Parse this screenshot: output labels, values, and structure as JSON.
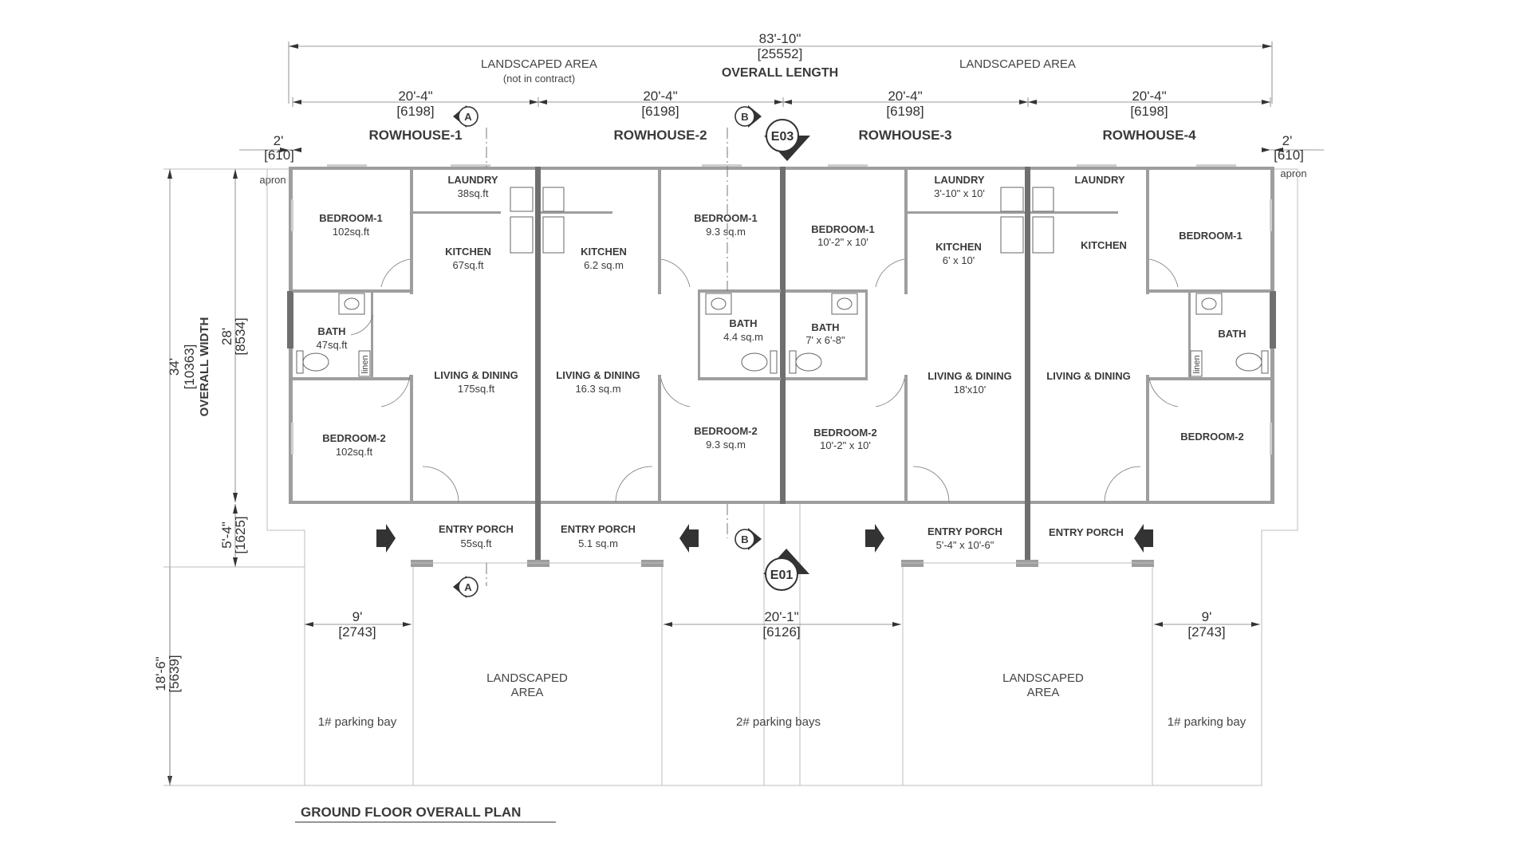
{
  "overall": {
    "length_ft": "83'-10\"",
    "length_mm": "[25552]",
    "length_label": "OVERALL LENGTH",
    "width_ft": "34'",
    "width_mm": "[10363]",
    "width_label": "OVERALL WIDTH"
  },
  "top_notes": {
    "left_title": "LANDSCAPED AREA",
    "left_sub": "(not in contract)",
    "right_title": "LANDSCAPED AREA"
  },
  "unit_dims": [
    {
      "ft": "20'-4\"",
      "mm": "[6198]"
    },
    {
      "ft": "20'-4\"",
      "mm": "[6198]"
    },
    {
      "ft": "20'-4\"",
      "mm": "[6198]"
    },
    {
      "ft": "20'-4\"",
      "mm": "[6198]"
    }
  ],
  "apron": {
    "ft": "2'",
    "mm": "[610]",
    "label": "apron"
  },
  "rowhouses": [
    "ROWHOUSE-1",
    "ROWHOUSE-2",
    "ROWHOUSE-3",
    "ROWHOUSE-4"
  ],
  "rooms": {
    "r1_bed1": {
      "name": "BEDROOM-1",
      "area": "102sq.ft"
    },
    "r1_laundry": {
      "name": "LAUNDRY",
      "area": "38sq.ft"
    },
    "r1_kitchen": {
      "name": "KITCHEN",
      "area": "67sq.ft"
    },
    "r1_bath": {
      "name": "BATH",
      "area": "47sq.ft"
    },
    "r1_living": {
      "name": "LIVING & DINING",
      "area": "175sq.ft"
    },
    "r1_bed2": {
      "name": "BEDROOM-2",
      "area": "102sq.ft"
    },
    "r1_porch": {
      "name": "ENTRY PORCH",
      "area": "55sq.ft"
    },
    "r2_kitchen": {
      "name": "KITCHEN",
      "area": "6.2 sq.m"
    },
    "r2_living": {
      "name": "LIVING & DINING",
      "area": "16.3 sq.m"
    },
    "r2_bed1": {
      "name": "BEDROOM-1",
      "area": "9.3 sq.m"
    },
    "r2_bath": {
      "name": "BATH",
      "area": "4.4 sq.m"
    },
    "r2_bed2": {
      "name": "BEDROOM-2",
      "area": "9.3 sq.m"
    },
    "r2_porch": {
      "name": "ENTRY PORCH",
      "area": "5.1 sq.m"
    },
    "r3_bed1": {
      "name": "BEDROOM-1",
      "area": "10'-2\" x 10'"
    },
    "r3_bath": {
      "name": "BATH",
      "area": "7' x 6'-8\""
    },
    "r3_bed2": {
      "name": "BEDROOM-2",
      "area": "10'-2\" x 10'"
    },
    "r3_laundry": {
      "name": "LAUNDRY",
      "area": "3'-10\" x 10'"
    },
    "r3_kitchen": {
      "name": "KITCHEN",
      "area": "6' x 10'"
    },
    "r3_living": {
      "name": "LIVING & DINING",
      "area": "18'x10'"
    },
    "r3_porch": {
      "name": "ENTRY PORCH",
      "area": "5'-4\" x 10'-6\""
    },
    "r4_laundry": {
      "name": "LAUNDRY"
    },
    "r4_kitchen": {
      "name": "KITCHEN"
    },
    "r4_living": {
      "name": "LIVING & DINING"
    },
    "r4_bed1": {
      "name": "BEDROOM-1"
    },
    "r4_bath": {
      "name": "BATH"
    },
    "r4_bed2": {
      "name": "BEDROOM-2"
    },
    "r4_porch": {
      "name": "ENTRY PORCH"
    }
  },
  "linen": "linen",
  "vertical_dims": {
    "house_ft": "28'",
    "house_mm": "[8534]",
    "porch_ft": "5'-4\"",
    "porch_mm": "[1625]",
    "parking_ft": "18'-6\"",
    "parking_mm": "[5639]"
  },
  "parking": {
    "left_ft": "9'",
    "left_mm": "[2743]",
    "left_label": "1# parking bay",
    "center_ft": "20'-1\"",
    "center_mm": "[6126]",
    "center_label": "2# parking bays",
    "right_ft": "9'",
    "right_mm": "[2743]",
    "right_label": "1# parking bay"
  },
  "landscaped": {
    "line1": "LANDSCAPED",
    "line2": "AREA"
  },
  "markers": {
    "section_a": "A",
    "section_b": "B",
    "elev_top": "E03",
    "elev_bottom": "E01"
  },
  "plan_title": "GROUND FLOOR OVERALL PLAN"
}
